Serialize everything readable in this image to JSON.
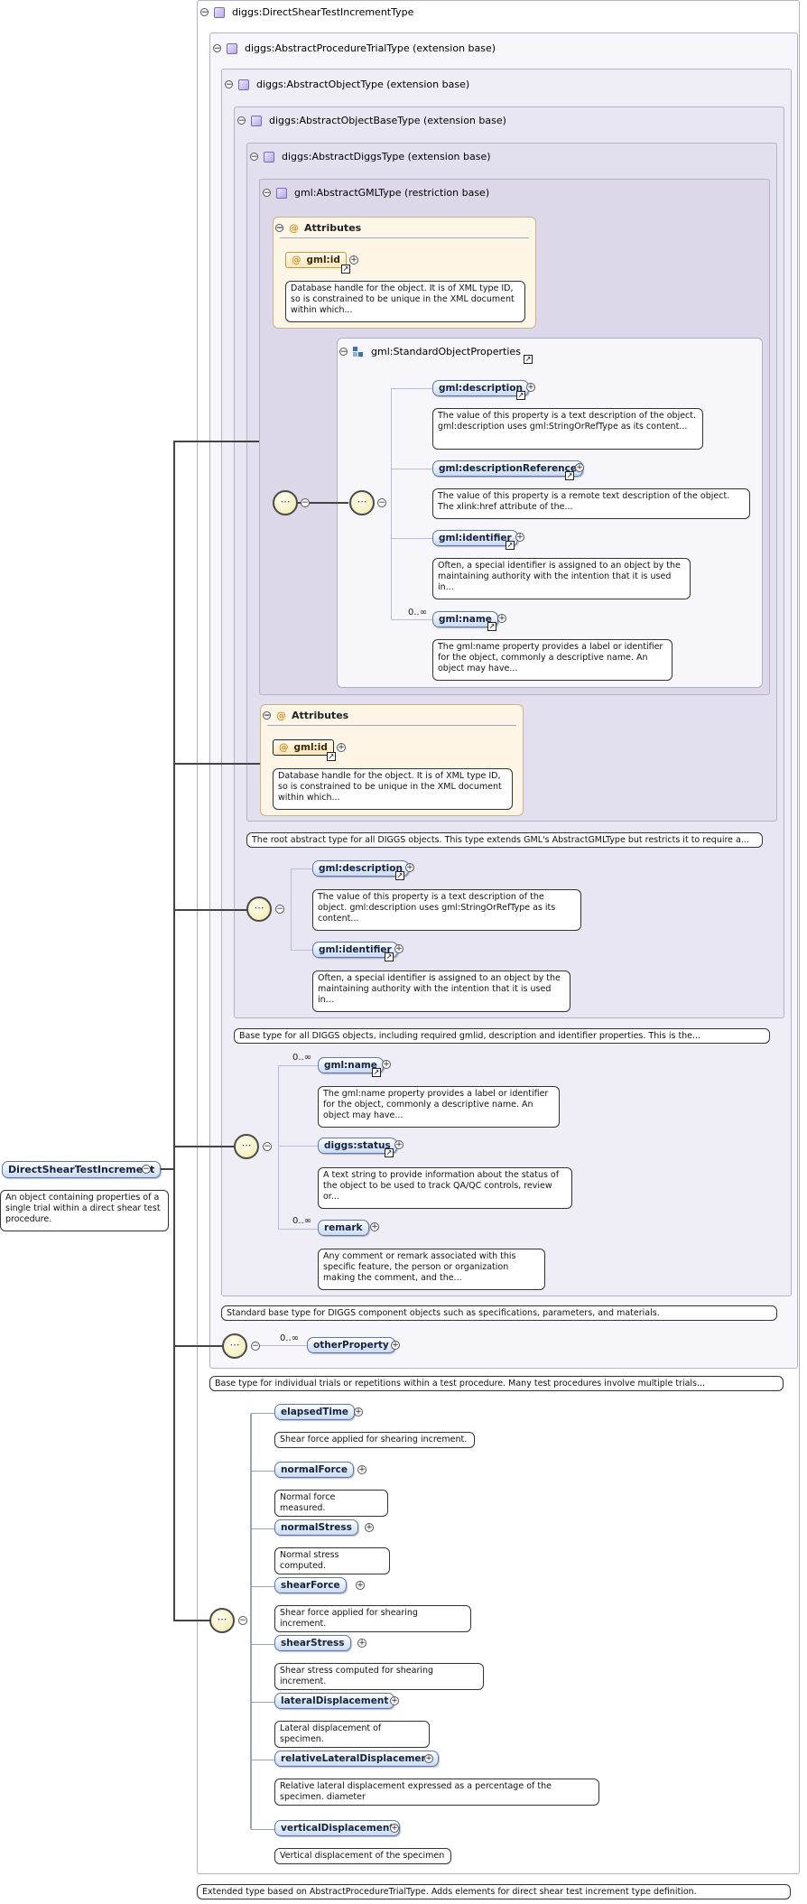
{
  "root": {
    "name": "DirectShearTestIncrement",
    "doc": "An object containing properties of a single trial within a direct shear test procedure."
  },
  "types": {
    "t1": "diggs:DirectShearTestIncrementType",
    "t2": "diggs:AbstractProcedureTrialType (extension base)",
    "t3": "diggs:AbstractObjectType (extension base)",
    "t4": "diggs:AbstractObjectBaseType (extension base)",
    "t5": "diggs:AbstractDiggsType (extension base)",
    "t6": "gml:AbstractGMLType (restriction base)"
  },
  "attributes": {
    "title": "Attributes",
    "id_label": "gml:id",
    "id_doc": "Database handle for the object. It is of XML type ID, so is constrained to be unique in the XML document within which..."
  },
  "std_props": {
    "title": "gml:StandardObjectProperties",
    "description": "gml:description",
    "description_doc": "The value of this property is a text description of the object. gml:description uses gml:StringOrRefType as its content...",
    "descriptionReference": "gml:descriptionReference",
    "descriptionReference_doc": "The value of this property is a remote text description of the object. The xlink:href attribute of the...",
    "identifier": "gml:identifier",
    "identifier_doc": "Often, a special identifier is assigned to an object by the maintaining authority with the intention that it is used in...",
    "name_card": "0..∞",
    "name": "gml:name",
    "name_doc": "The gml:name property provides a label or identifier for the object, commonly a descriptive name. An object may have..."
  },
  "diggs_doc": "The root abstract type for all DIGGS objects. This type extends GML's AbstractGMLType but restricts it to require a...",
  "base_props": {
    "description": "gml:description",
    "description_doc": "The value of this property is a text description of the object. gml:description uses gml:StringOrRefType as its content...",
    "identifier": "gml:identifier",
    "identifier_doc": "Often, a special identifier is assigned to an object by the maintaining authority with the intention that it is used in..."
  },
  "base_doc": "Base type for all DIGGS objects, including required gmlid, description and identifier properties. This is the...",
  "object_props": {
    "name_card": "0..∞",
    "name": "gml:name",
    "name_doc": "The gml:name property provides a label or identifier for the object, commonly a descriptive name. An object may have...",
    "status": "diggs:status",
    "status_doc": "A text string to provide information about the status of the object to be used to track QA/QC controls, review or...",
    "remark_card": "0..∞",
    "remark": "remark",
    "remark_doc": "Any comment or remark associated with this specific feature, the person or organization making the comment, and the..."
  },
  "object_doc": "Standard base type for DIGGS component objects such as specifications, parameters, and materials.",
  "trial": {
    "other_card": "0..∞",
    "other": "otherProperty",
    "doc": "Base type for individual trials or repetitions within a test procedure. Many test procedures involve multiple trials..."
  },
  "elements": [
    {
      "name": "elapsedTime",
      "doc": "Shear force applied for shearing increment."
    },
    {
      "name": "normalForce",
      "doc": "Normal force measured."
    },
    {
      "name": "normalStress",
      "doc": "Normal stress computed."
    },
    {
      "name": "shearForce",
      "doc": "Shear force applied for shearing increment."
    },
    {
      "name": "shearStress",
      "doc": "Shear stress computed for shearing increment."
    },
    {
      "name": "lateralDisplacement",
      "doc": "Lateral displacement of specimen."
    },
    {
      "name": "relativeLateralDisplacement",
      "doc": "Relative lateral displacement expressed as a percentage of the specimen. diameter"
    },
    {
      "name": "verticalDisplacement",
      "doc": "Vertical displacement of the specimen"
    }
  ],
  "type_doc": "Extended type based on AbstractProcedureTrialType. Adds elements for direct shear test increment type definition.",
  "glyphs": {
    "minus": "−",
    "plus": "+",
    "link": "↗",
    "at": "@",
    "seq": "⋯"
  }
}
